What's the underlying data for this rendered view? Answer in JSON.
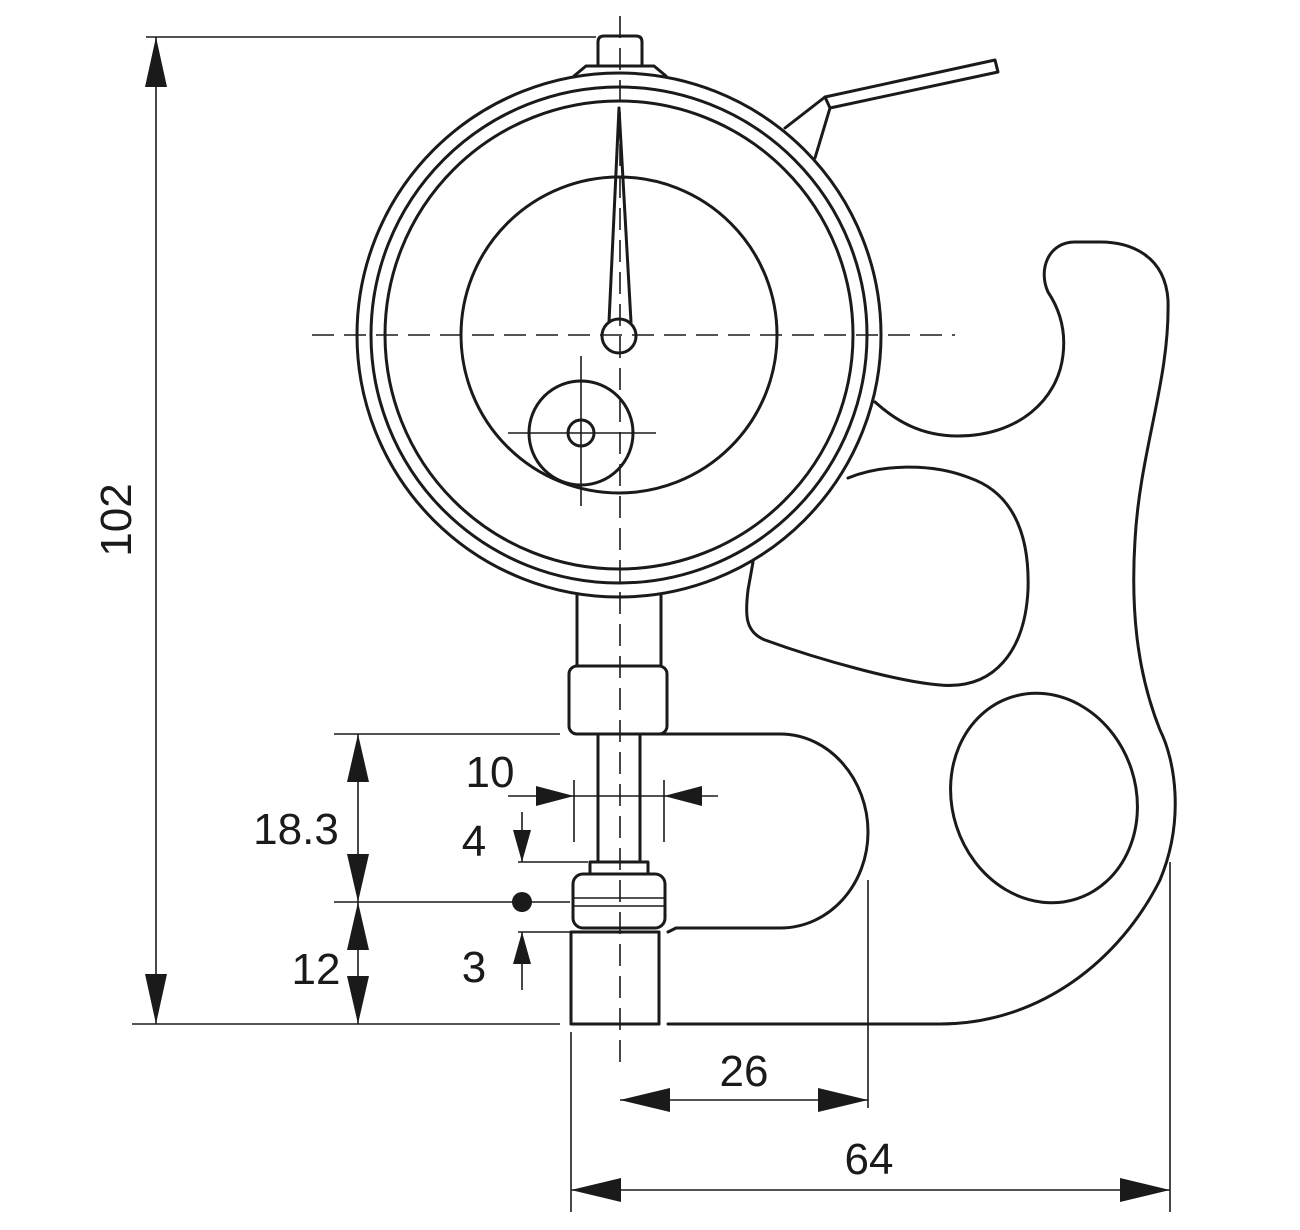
{
  "diagram": {
    "line_color": "#1a1a1a",
    "background": "#ffffff",
    "dimensions": {
      "overall_height": "102",
      "frame_depth": "18.3",
      "spindle_diameter": "10",
      "upper_gap": "4",
      "lower_gap": "3",
      "anvil_height": "12",
      "center_to_throat": "26",
      "overall_width": "64"
    }
  }
}
